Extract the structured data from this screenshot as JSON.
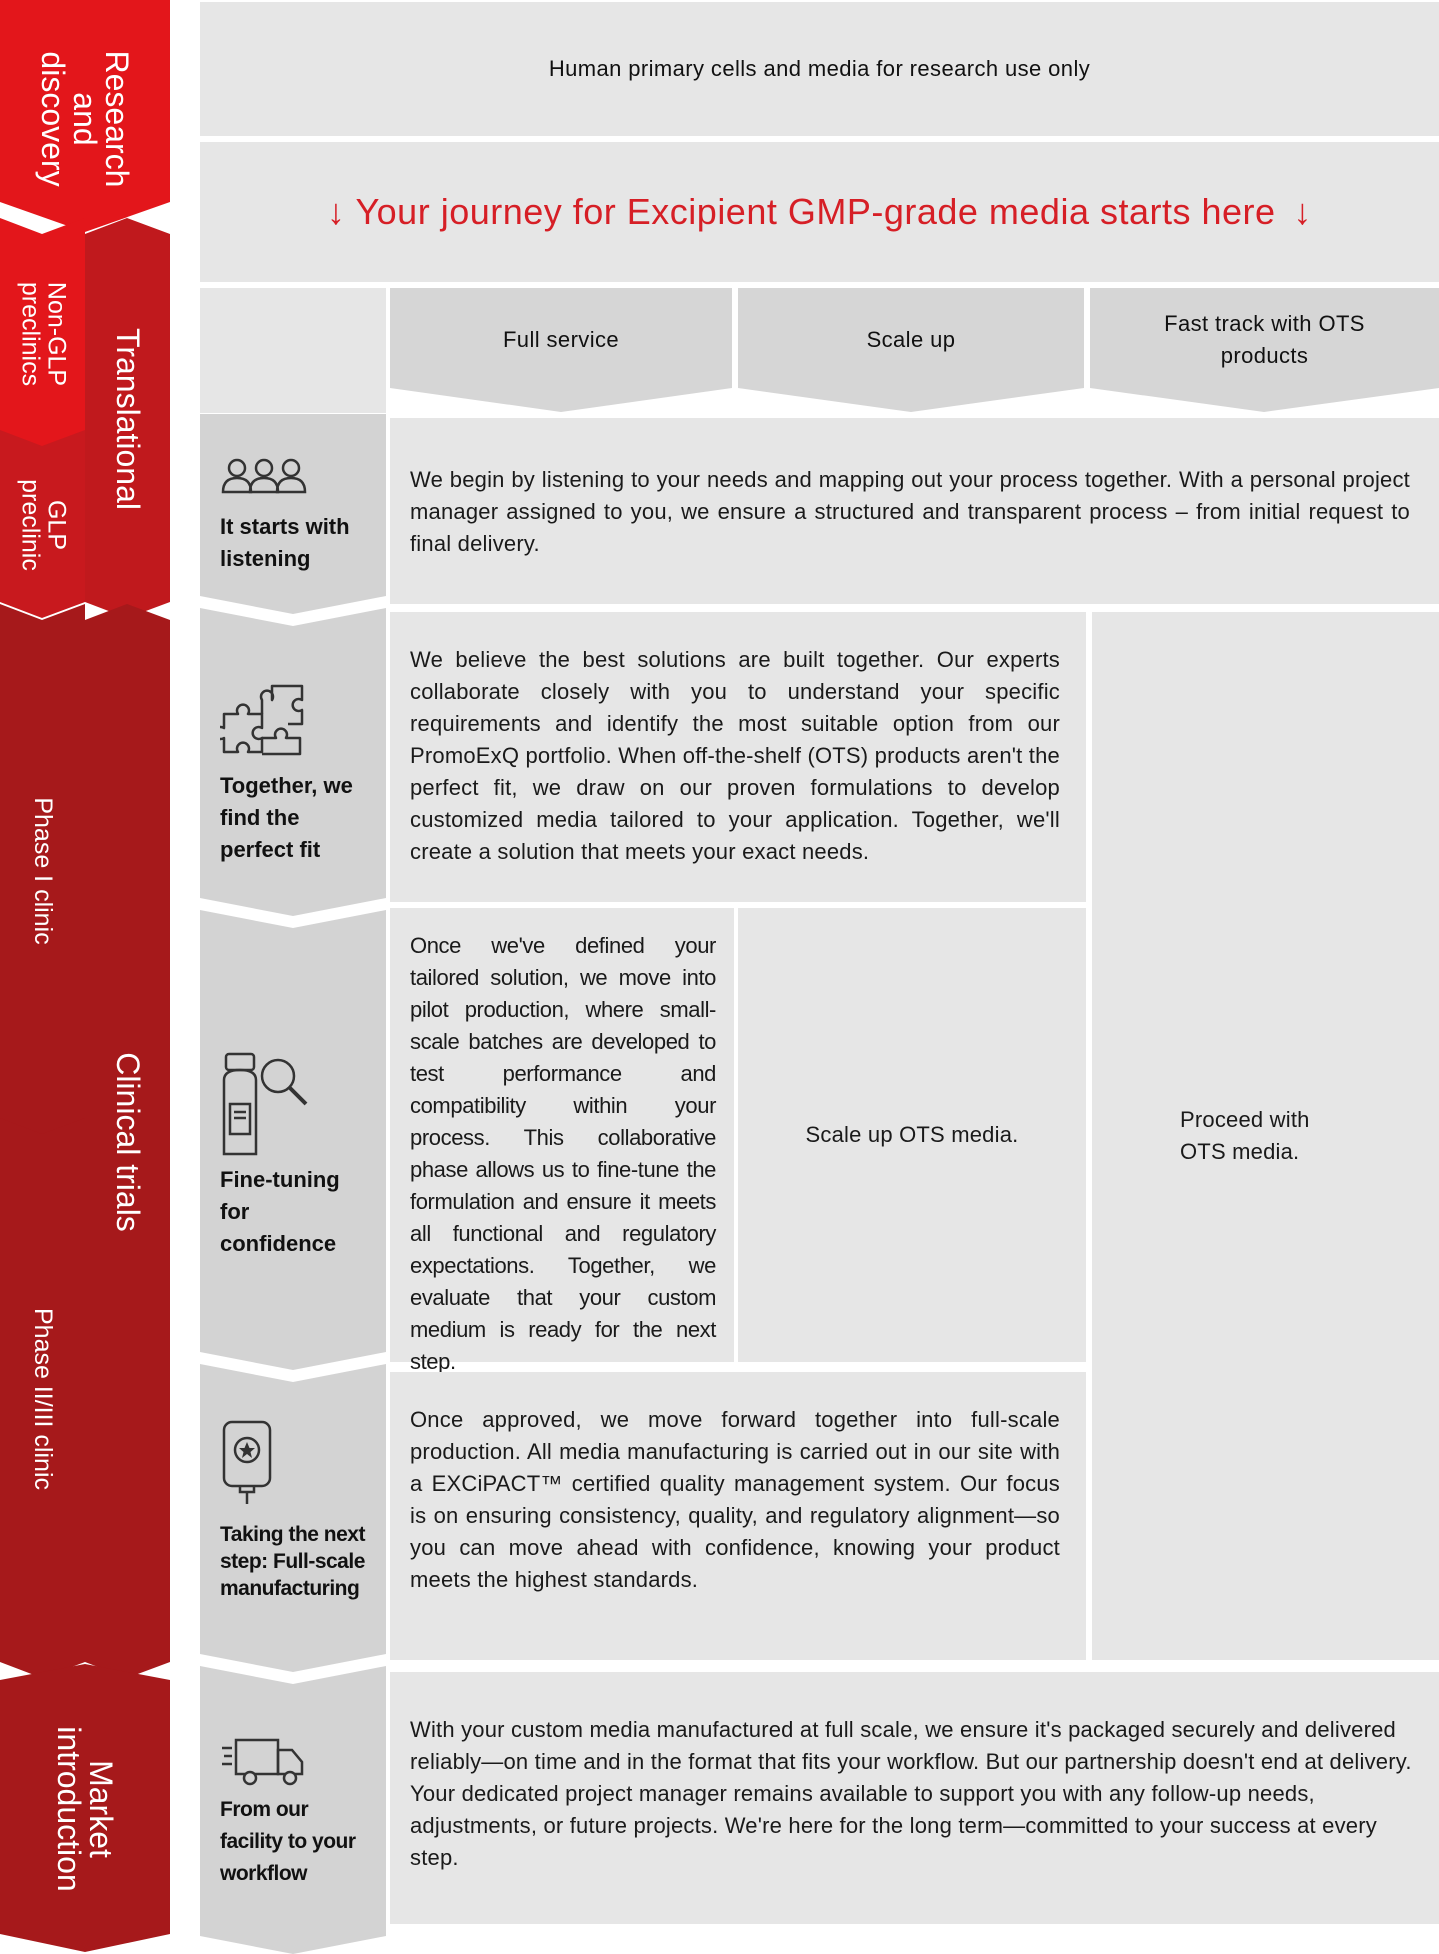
{
  "phases": {
    "research": "Research and discovery",
    "translational": "Translational",
    "non_glp": "Non-GLP preclinics",
    "glp": "GLP preclinic",
    "clinical": "Clinical trials",
    "phase1": "Phase I clinic",
    "phase23": "Phase II/III clinic",
    "market": "Market introduction"
  },
  "banner_ruo": "Human primary cells and media for research use only",
  "journey_title": "Your journey for Excipient GMP-grade media starts here",
  "columns": {
    "full_service": "Full service",
    "scale_up": "Scale up",
    "fast_track": "Fast track with OTS products"
  },
  "steps": [
    {
      "icon": "people-icon",
      "label": "It starts with listening",
      "text": "We begin by listening to your needs and mapping out your process together. With a personal project manager assigned to you, we ensure a structured and transparent process – from initial request to final delivery."
    },
    {
      "icon": "puzzle-icon",
      "label": "Together, we find the perfect fit",
      "text": "We believe the best solutions are built together. Our experts collaborate closely with you to understand your specific requirements and identify the most suitable option from our PromoExQ portfolio. When off-the-shelf (OTS) products aren't the perfect fit, we draw on our proven formulations to develop customized media tailored to your application. Together, we'll create a solution that meets your exact needs."
    },
    {
      "icon": "bottle-magnifier-icon",
      "label": "Fine-tuning for confidence",
      "text": "Once we've defined your tailored solution, we move into pilot production, where small-scale batches are developed to test performance and compatibility within your process. This collaborative phase allows us to fine-tune the formulation and ensure it meets all functional and regulatory expectations. Together, we evaluate that your custom medium is ready for the next step."
    },
    {
      "icon": "media-bag-icon",
      "label": "Taking the next step: Full-scale manufacturing",
      "text": "Once approved, we move forward together into full-scale production. All media manufacturing is carried out in our site with a EXCiPACT™ certified quality management system. Our focus is on ensuring consistency, quality, and regulatory alignment—so you can move ahead with confidence, knowing your product meets the highest standards."
    },
    {
      "icon": "delivery-truck-icon",
      "label": "From our facility to your workflow",
      "text": "With your custom media manufactured at full scale, we ensure it's packaged securely and delivered reliably—on time and in the format that fits your workflow. But our partnership doesn't end at delivery. Your dedicated project manager remains available to support you with any follow-up needs, adjustments, or future projects. We're here for the long term—committed to your success at every step."
    }
  ],
  "scale_up_text": "Scale up OTS media.",
  "fast_track_text": "Proceed with OTS media.",
  "colors": {
    "bright_red": "#e3161b",
    "mid_red": "#c8191e",
    "dark_red": "#a6191b",
    "panel_gray": "#e6e6e6",
    "header_gray": "#d6d6d6",
    "arrow_gray": "#d3d3d3",
    "title_red": "#d61f26"
  }
}
